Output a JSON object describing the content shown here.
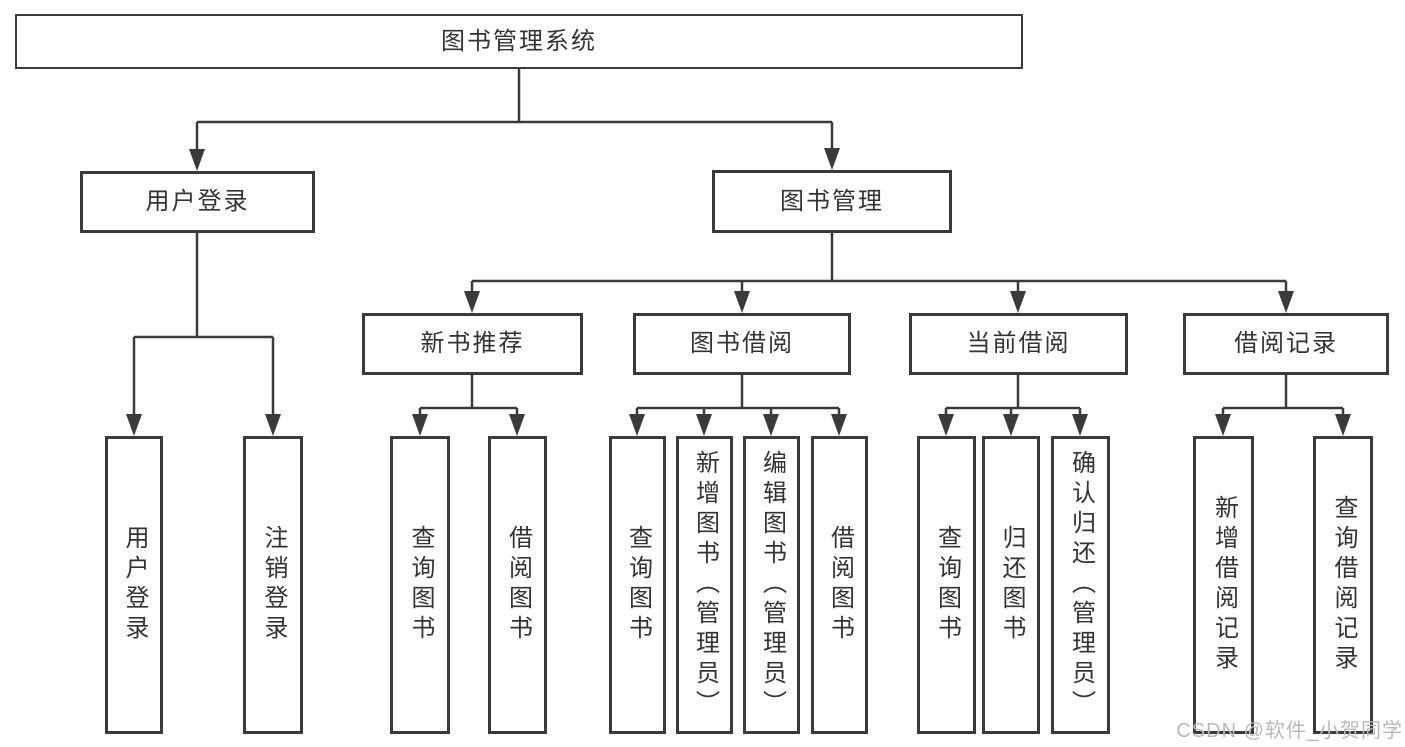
{
  "diagram": {
    "title": "图书管理系统",
    "branches": [
      {
        "label": "用户登录",
        "leaves": [
          "用户登录",
          "注销登录"
        ]
      },
      {
        "label": "图书管理",
        "sections": [
          {
            "label": "新书推荐",
            "leaves": [
              "查询图书",
              "借阅图书"
            ]
          },
          {
            "label": "图书借阅",
            "leaves": [
              "查询图书",
              "新增图书（管理员）",
              "编辑图书（管理员）",
              "借阅图书"
            ]
          },
          {
            "label": "当前借阅",
            "leaves": [
              "查询图书",
              "归还图书",
              "确认归还（管理员）"
            ]
          },
          {
            "label": "借阅记录",
            "leaves": [
              "新增借阅记录",
              "查询借阅记录"
            ]
          }
        ]
      }
    ]
  },
  "watermark": {
    "text": "CSDN @软件_小贺同学"
  },
  "colors": {
    "line": "#3a3a3a",
    "text": "#333333",
    "watermark": "#b9b9b9",
    "background": "#ffffff"
  }
}
